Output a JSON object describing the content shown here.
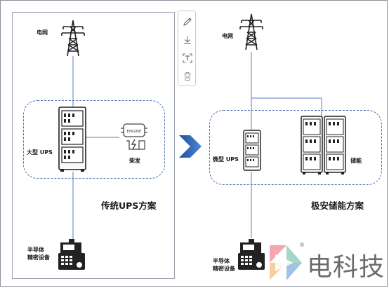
{
  "left_diagram": {
    "grid_label": "电网",
    "large_ups_label": "大型 UPS",
    "generator_label": "柴发",
    "generator_engine_text": "ENGINE",
    "equipment_label_line1": "半导体",
    "equipment_label_line2": "精密设备",
    "scheme_title": "传统UPS方案"
  },
  "right_diagram": {
    "grid_label": "电网",
    "micro_ups_label": "微型 UPS",
    "storage_label": "储能",
    "equipment_label_line1": "半导体",
    "equipment_label_line2": "精密设备",
    "scheme_title": "极安储能方案"
  },
  "toolbar": {
    "tools": [
      "edit-icon",
      "download-icon",
      "text-extract-icon",
      "delete-icon"
    ]
  },
  "watermark": {
    "text": "电科技",
    "registered_mark": "®"
  },
  "colors": {
    "line": "#5b7dbf",
    "dashed_border": "#4d6fb0",
    "arrow": "#2b5aa8"
  }
}
